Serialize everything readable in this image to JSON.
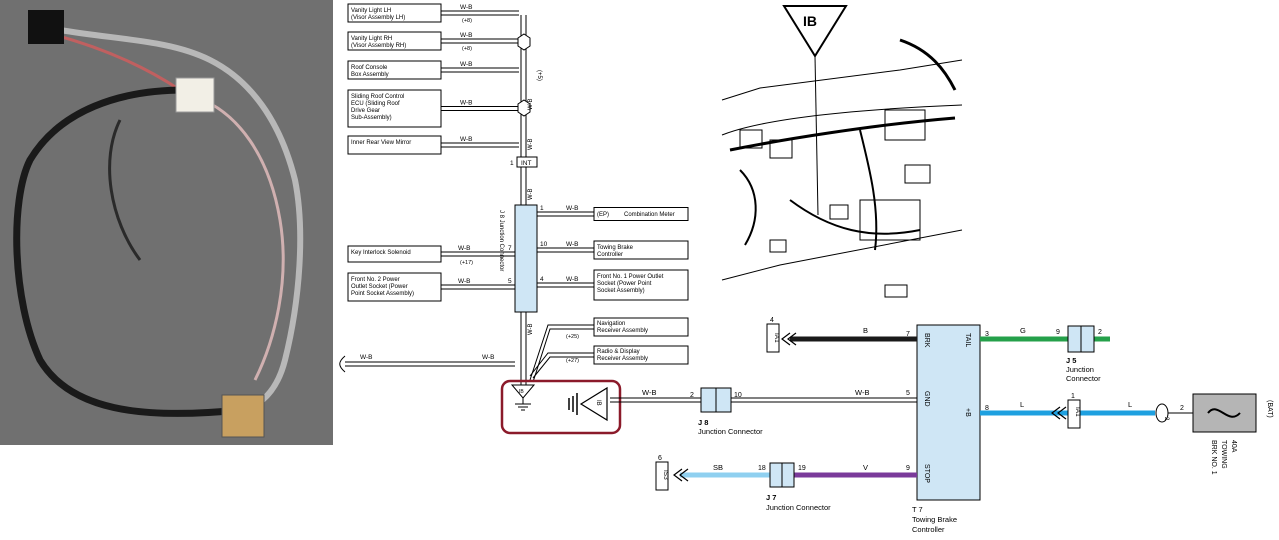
{
  "photo": {
    "kind": "wiring-harness-photo"
  },
  "ground_diagram": {
    "rooms": [
      {
        "name": "Vanity Light LH",
        "sub": "(Visor Assembly LH)",
        "wire": "W-B",
        "ref": "(+8)"
      },
      {
        "name": "Vanity Light RH",
        "sub": "(Visor Assembly RH)",
        "wire": "W-B",
        "ref": "(+8)"
      },
      {
        "name": "Roof Console",
        "sub": "Box Assembly",
        "wire": "W-B",
        "ref": ""
      },
      {
        "name": "Sliding Roof Control",
        "sub": "ECU (Sliding Roof",
        "sub2": "Drive Gear",
        "sub3": "Sub-Assembly)",
        "wire": "W-B",
        "ref": ""
      },
      {
        "name": "Inner Rear View Mirror",
        "sub": "",
        "wire": "W-B",
        "ref": ""
      }
    ],
    "trunk_wire": "W-B",
    "trunk_ref": "(+5)",
    "int_connector": "INT",
    "int_pin": "1",
    "junction_label": "J 8 Junction Connector",
    "right_items": [
      {
        "pin": "1",
        "wire": "W-B",
        "code": "(EP)",
        "name": "Combination Meter"
      },
      {
        "pin": "10",
        "wire": "W-B",
        "name": "Towing Brake",
        "name2": "Controller"
      },
      {
        "pin": "4",
        "wire": "W-B",
        "name": "Front No. 1 Power Outlet",
        "name2": "Socket (Power Point",
        "name3": "Socket Assembly)"
      }
    ],
    "left_items": [
      {
        "pin": "7",
        "wire": "W-B",
        "ref": "(+17)",
        "name": "Key Interlock Solenoid"
      },
      {
        "pin": "5",
        "wire": "W-B",
        "name": "Front No. 2 Power",
        "name2": "Outlet Socket (Power",
        "name3": "Point Socket Assembly)"
      }
    ],
    "lower_items": [
      {
        "ref": "(+25)",
        "name": "Navigation",
        "name2": "Receiver Assembly"
      },
      {
        "ref": "(+27)",
        "name": "Radio & Display",
        "name2": "Receiver Assembly"
      }
    ],
    "left_wire": "W-B",
    "ground_code": "IB",
    "trunk_wire_lower": "W-B"
  },
  "location_view": {
    "ground_code": "IB"
  },
  "brake_diagram": {
    "controller_ref": "T 7",
    "controller_name": "Towing Brake",
    "controller_name2": "Controller",
    "pins": [
      {
        "num": "7",
        "label": "BRK",
        "wire": "B",
        "color": "#1a1a1a",
        "dest": "IA1",
        "dest_pin": "4"
      },
      {
        "num": "5",
        "label": "GND",
        "wire": "W-B"
      },
      {
        "num": "9",
        "label": "STOP",
        "wire": "V",
        "color": "#7a3a9a"
      },
      {
        "num": "3",
        "label": "TAIL",
        "wire": "G",
        "color": "#25a04a"
      },
      {
        "num": "8",
        "label": "+B",
        "wire": "L",
        "color": "#1ea0e0"
      }
    ],
    "gnd_wire": "W-B",
    "gnd_pin": "2",
    "j8_pin": "10",
    "j8_label": "J 8",
    "j8_name": "Junction Connector",
    "j7_label": "J 7",
    "j7_name": "Junction Connector",
    "j7_pins": [
      "18",
      "19"
    ],
    "sb_wire": "SB",
    "sb_color": "#8fd0f0",
    "is3": "IS3",
    "is3_pin": "6",
    "j5_label": "J 5",
    "j5_name": "Junction",
    "j5_name2": "Connector",
    "j5_pins": [
      "9",
      "2"
    ],
    "tail_wire_out": "G",
    "ia1_pin": "1",
    "ia1": "IA1",
    "l_wire_out": "L",
    "fuse_pin": "2",
    "fuse_conn": "2",
    "fuse_name": "40A",
    "fuse_name2": "TOWING",
    "fuse_name3": "BRK NO. 1",
    "bat": "(BAT)",
    "ia1_left": "IA1"
  }
}
